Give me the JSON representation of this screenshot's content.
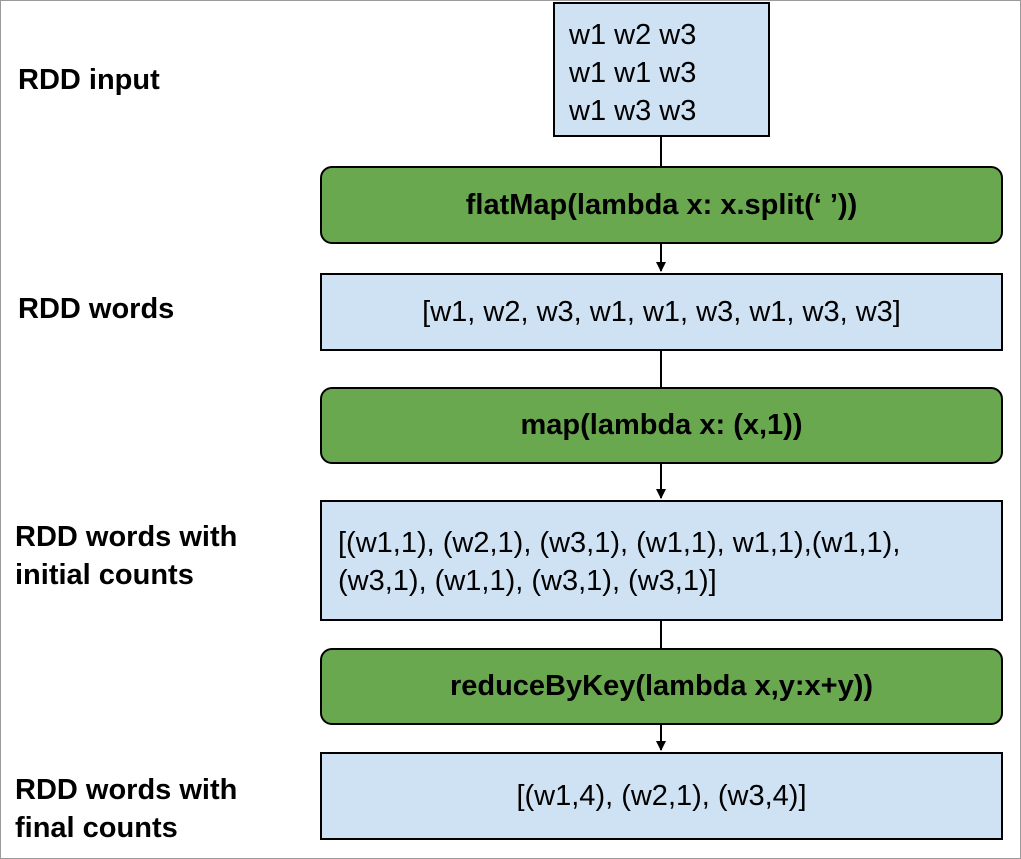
{
  "labels": {
    "rdd_input": "RDD input",
    "rdd_words": "RDD words",
    "rdd_initial_counts": "RDD words with\ninitial counts",
    "rdd_final_counts": "RDD words with\nfinal counts"
  },
  "data_boxes": {
    "input": "w1 w2 w3\nw1 w1 w3\nw1 w3 w3",
    "words": "[w1, w2, w3, w1, w1, w3, w1, w3, w3]",
    "initial_counts": "[(w1,1), (w2,1), (w3,1), (w1,1), w1,1),(w1,1),\n(w3,1), (w1,1), (w3,1), (w3,1)]",
    "final_counts": "[(w1,4), (w2,1), (w3,4)]"
  },
  "operations": {
    "flatmap": "flatMap(lambda x: x.split(‘ ’))",
    "map": "map(lambda x: (x,1))",
    "reduce": "reduceByKey(lambda x,y:x+y))"
  },
  "colors": {
    "data_fill": "#cfe2f3",
    "operation_fill": "#6aa84f",
    "stroke": "#000000"
  }
}
